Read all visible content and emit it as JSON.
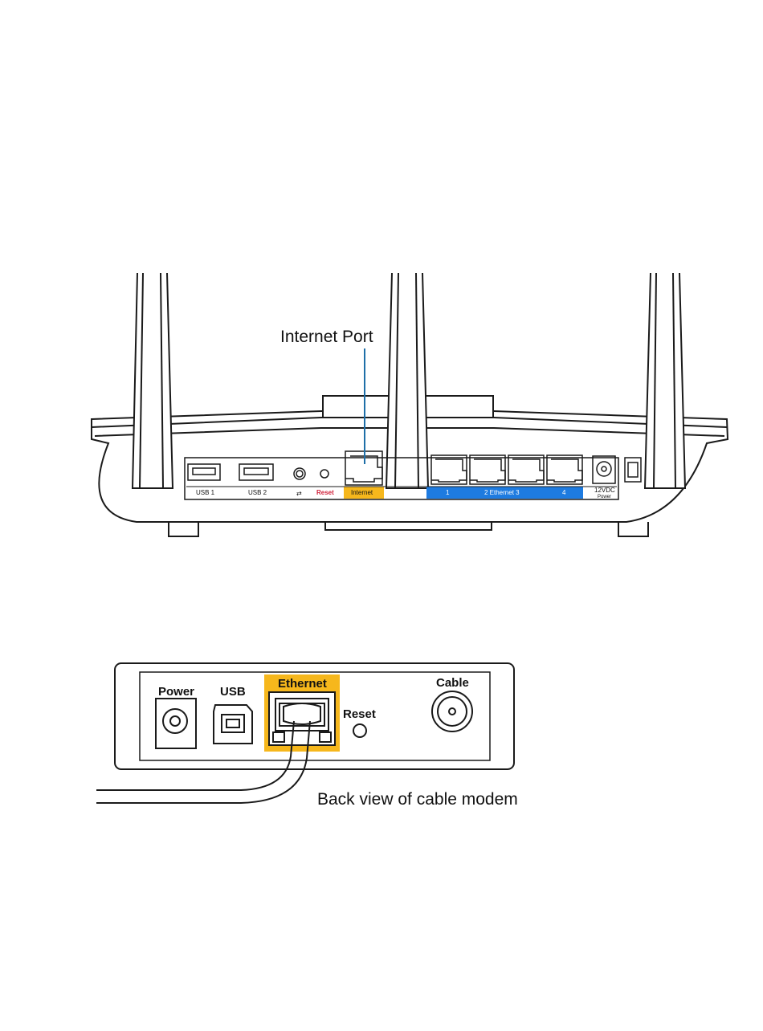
{
  "colors": {
    "internet_highlight": "#f6b71c",
    "ethernet_highlight": "#1e7be0",
    "callout_line": "#1e6fa8",
    "reset_red": "#d0213a",
    "line": "#1a1a1a"
  },
  "router": {
    "callout": "Internet Port",
    "ports": {
      "usb1": "USB 1",
      "usb2": "USB 2",
      "wps": "⇄",
      "reset": "Reset",
      "internet": "Internet",
      "eth1": "1",
      "eth_label": "2  Ethernet  3",
      "eth4": "4",
      "power_top": "12VDC",
      "power_bottom": "Power"
    }
  },
  "modem": {
    "power": "Power",
    "usb": "USB",
    "ethernet": "Ethernet",
    "reset": "Reset",
    "cable": "Cable",
    "caption": "Back view of cable modem"
  }
}
